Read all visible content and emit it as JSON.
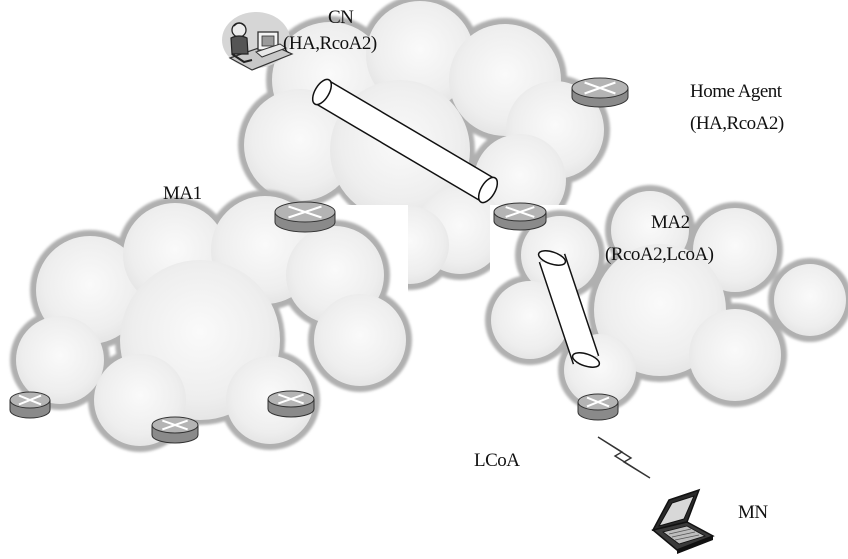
{
  "labels": {
    "cn": "CN",
    "cn_binding": "(HA,RcoA2)",
    "home_agent": "Home Agent",
    "home_agent_binding": "(HA,RcoA2)",
    "ma1": "MA1",
    "ma2": "MA2",
    "ma2_binding": "(RcoA2,LcoA)",
    "lcoa": "LCoA",
    "mn": "MN"
  },
  "colors": {
    "cloud_fill": "#eeeeee",
    "cloud_edge": "#a8a8a8",
    "router_body": "#8a8a8a",
    "router_top": "#b4b4b4"
  },
  "icons": [
    "cloud",
    "router-icon",
    "tunnel-icon",
    "wireless-link-icon",
    "laptop-icon",
    "user-workstation-icon"
  ]
}
